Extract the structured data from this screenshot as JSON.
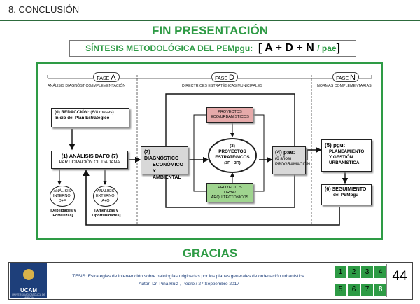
{
  "header": {
    "title": "8. CONCLUSIÓN"
  },
  "fin_title": "FIN PRESENTACIÓN",
  "synthesis": {
    "label": "SÍNTESIS METODOLÓGICA DEL PEMpgu:",
    "bracket_open": "[",
    "formula": "A + D + N",
    "slash_pae": "/ pae",
    "bracket_close": "]"
  },
  "phases": {
    "a": {
      "word": "FASE",
      "letter": "A",
      "subtitle": "ANÁLISIS DIAGNÓSTICO/IMPLEMENTACIÓN"
    },
    "d": {
      "word": "FASE",
      "letter": "D",
      "subtitle": "DIRECTRICES ESTRATÉGICAS MUNICIPALES"
    },
    "n": {
      "word": "FASE",
      "letter": "N",
      "subtitle": "NORMAS COMPLEMENTARIAS"
    }
  },
  "nodes": {
    "redaccion": {
      "line1_bold": "(0) REDACCIÓN:",
      "line1_rest": " (6/8 meses)",
      "line2": "Inicio del Plan Estratégico"
    },
    "dafo": {
      "title": "(1)  ANÁLISIS DAFO (7)",
      "subtitle": "PARTICIPACIÓN CIUDADANA"
    },
    "interno": {
      "line1": "ANÁLISIS",
      "line2": "INTERNO:",
      "line3": "D+F"
    },
    "externo": {
      "line1": "ANÁLISIS",
      "line2": "EXTERNO:",
      "line3": "A+O"
    },
    "debilidades": {
      "line1": "[Debilidades y",
      "line2": "Fortalezas]"
    },
    "amenazas": {
      "line1": "[Amenazas y",
      "line2": "Oportunidades]"
    },
    "diagnostico": {
      "line1": "(2) DIAGNÓSTICO",
      "line2": "ECONÓMICO",
      "line3": "Y AMBIENTAL"
    },
    "eco": {
      "line1": "PROYECTOS",
      "line2": "ECO/URBANÍSTICOS"
    },
    "estrategicos": {
      "line1": "(3)",
      "line2": "PROYECTOS",
      "line3": "ESTRATÉGICOS",
      "line4": "(3F + 3R)"
    },
    "urba": {
      "line1": "PROYECTOS",
      "line2": "URBA/",
      "line3": "ARQUITECTÓNICOS"
    },
    "pae": {
      "line1": "(4) pae:",
      "line2": "(6 años)",
      "line3": "PROGRAMACIÓN"
    },
    "pgu": {
      "line1": "(5) pgu:",
      "line2": "PLANEAMIENTO",
      "line3": "Y GESTIÓN",
      "line4": "URBANÍSTICA"
    },
    "seguimiento": {
      "line1": "(6) SEGUIMIENTO",
      "line2": "del PEMpgu"
    }
  },
  "gracias": "GRACIAS",
  "footer": {
    "logo_text": "UCAM",
    "logo_sub": "UNIVERSIDAD CATÓLICA DE MURCIA",
    "line1": "TESIS: Estrategias de intervención sobre patologías originadas por los planes generales de ordenación urbanística.",
    "line2": "Autor:  Dr. Pina Ruiz , Pedro / 27 Septiembre 2017",
    "nav": [
      "1",
      "2",
      "3",
      "4",
      "5",
      "6",
      "7",
      "8"
    ],
    "page_number": "44"
  },
  "colors": {
    "accent_green": "#2e9b45",
    "eco_box": "#e6aaaa",
    "urba_box": "#9fd48f",
    "grey_box": "#d8d8d8",
    "footer_blue": "#1e3f7a"
  }
}
